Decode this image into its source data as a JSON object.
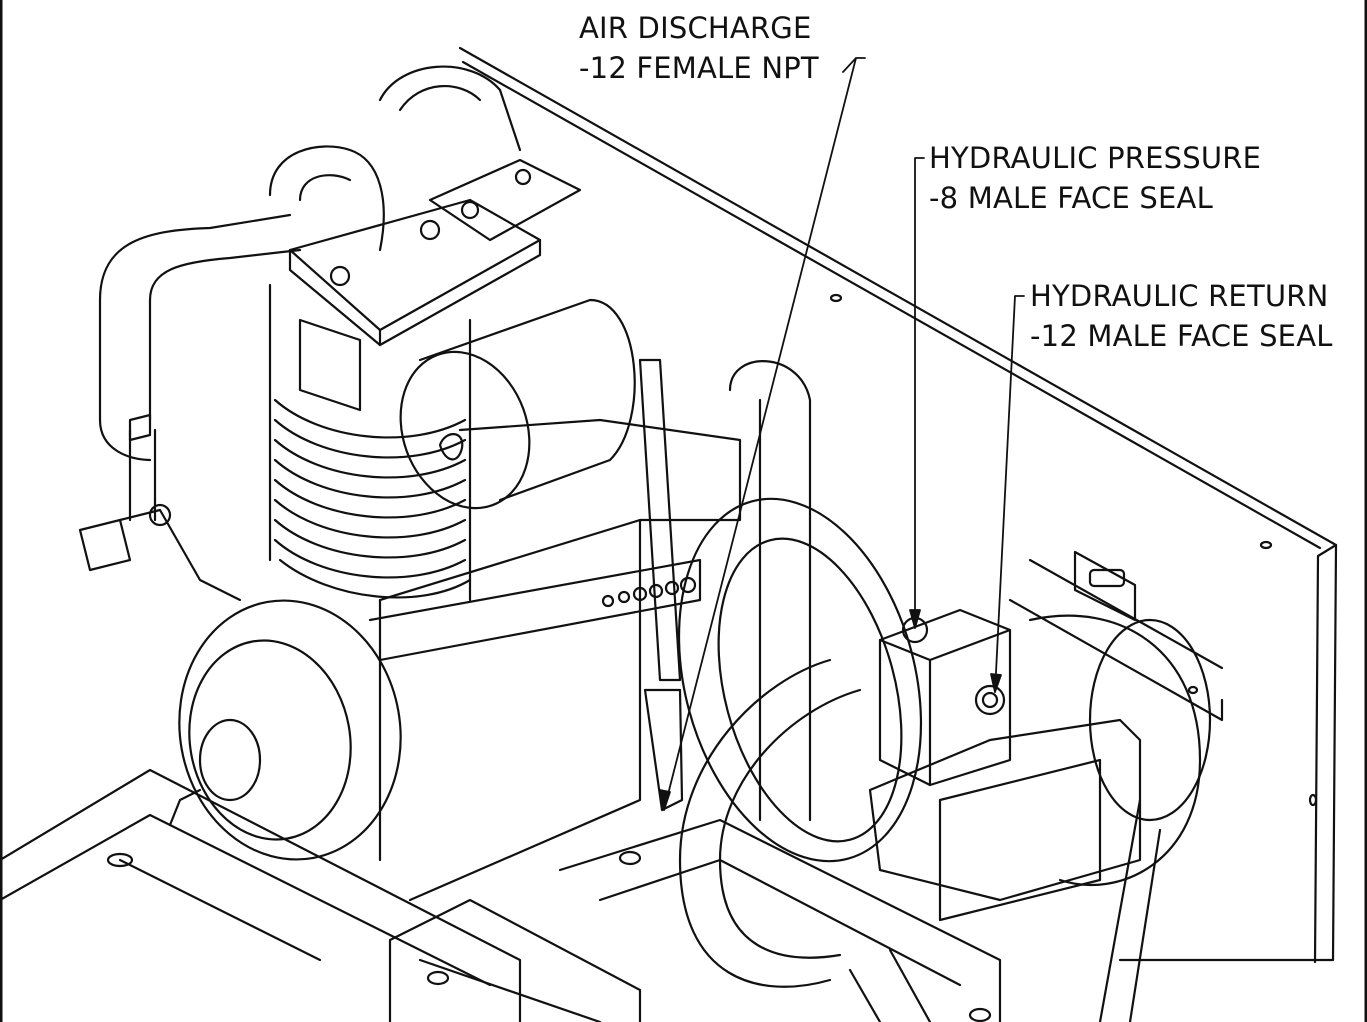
{
  "callouts": {
    "air_discharge": {
      "line1": "AIR DISCHARGE",
      "line2": "-12 FEMALE NPT"
    },
    "hydraulic_pressure": {
      "line1": "HYDRAULIC PRESSURE",
      "line2": "-8 MALE FACE SEAL"
    },
    "hydraulic_return": {
      "line1": "HYDRAULIC RETURN",
      "line2": "-12 MALE FACE SEAL"
    }
  },
  "style": {
    "line_color": "#111111",
    "background": "#ffffff"
  }
}
